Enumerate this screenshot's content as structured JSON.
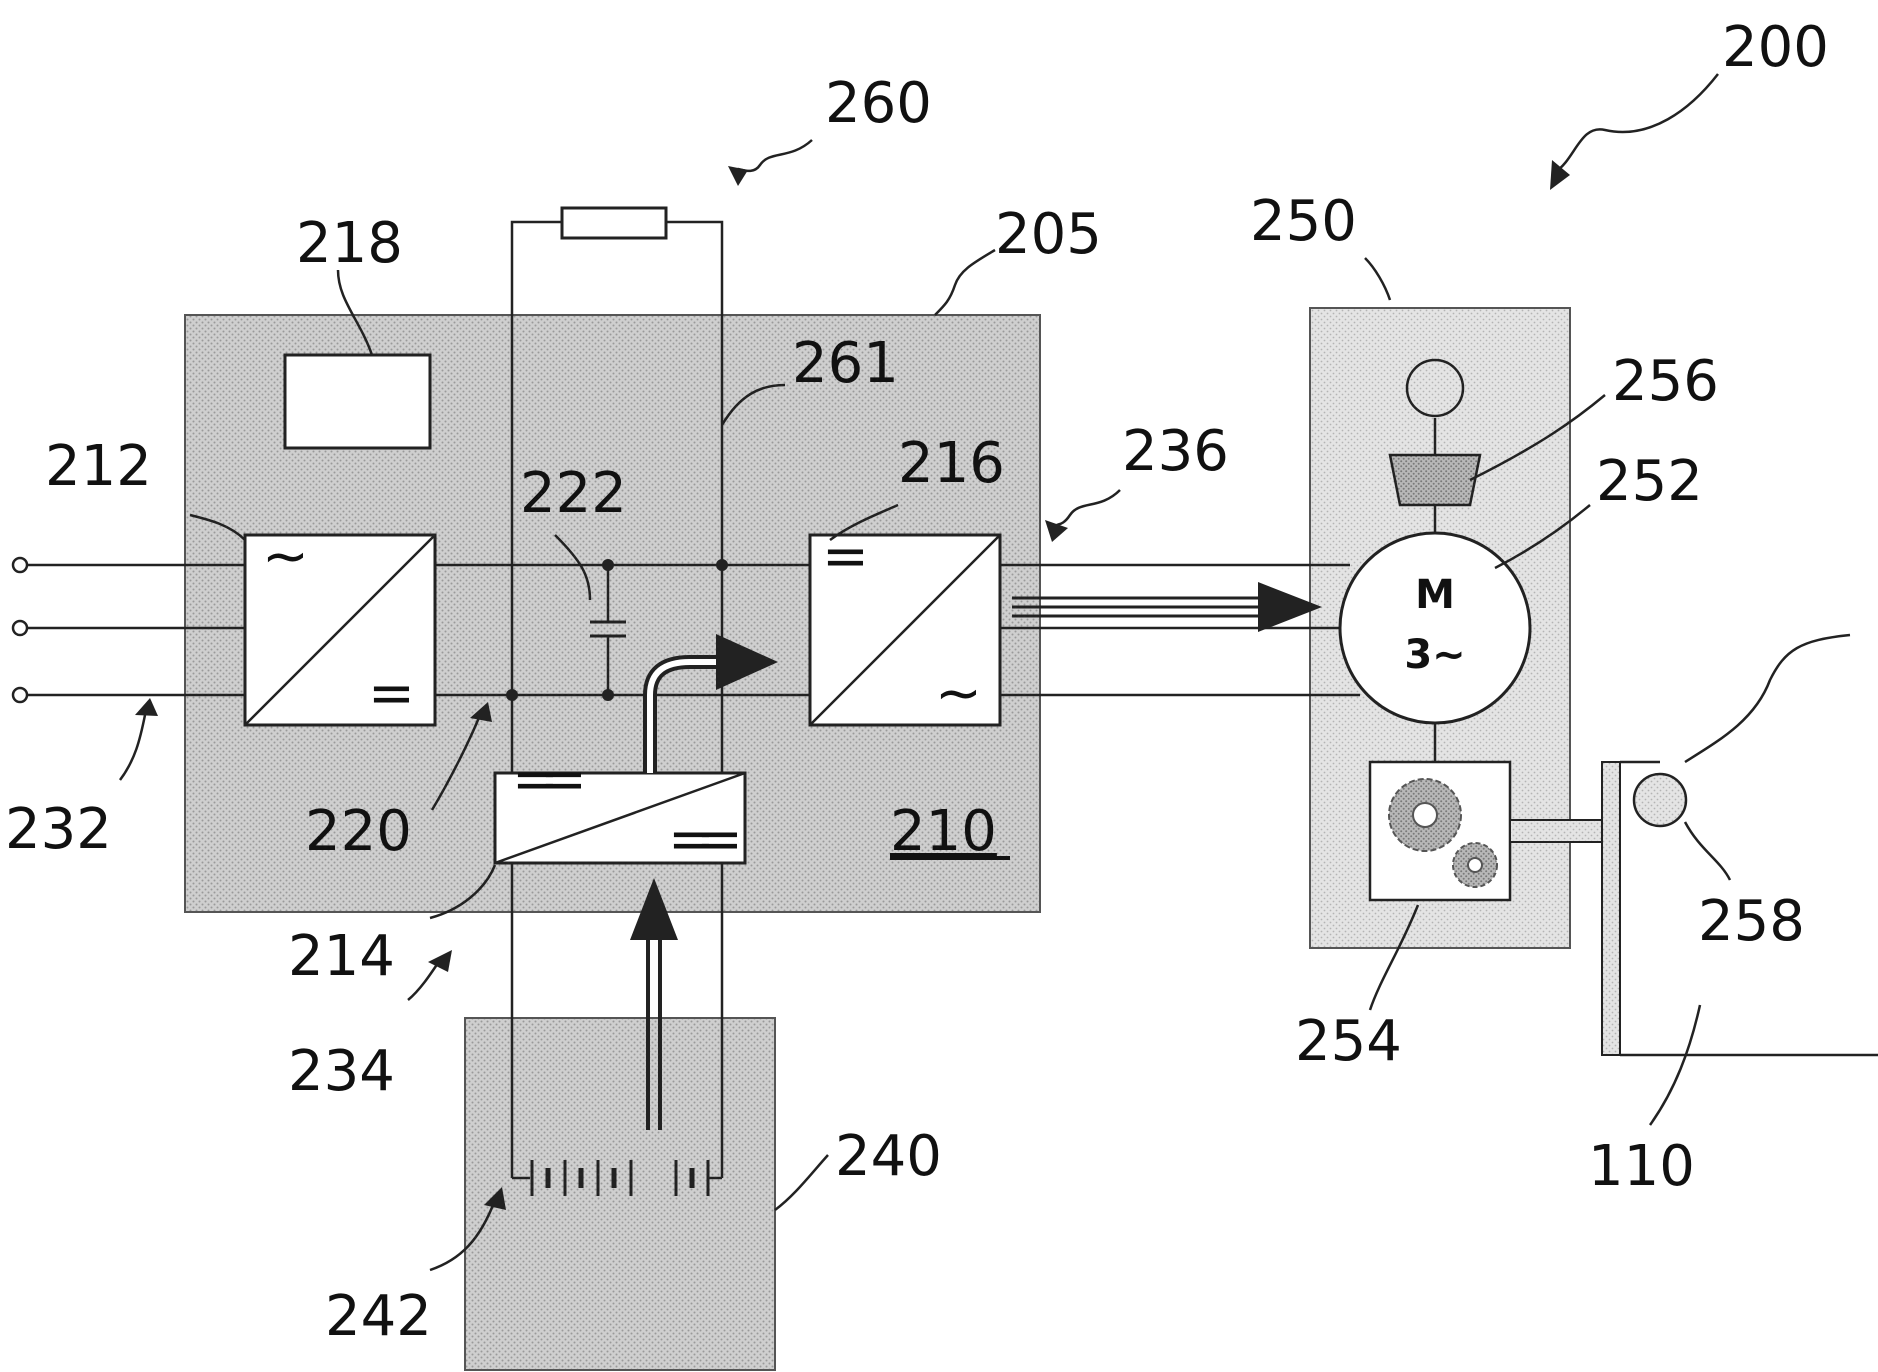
{
  "refs": {
    "r200": "200",
    "r260": "260",
    "r205": "205",
    "r250": "250",
    "r218": "218",
    "r261": "261",
    "r256": "256",
    "r212": "212",
    "r222": "222",
    "r216": "216",
    "r236": "236",
    "r252": "252",
    "r232": "232",
    "r220": "220",
    "r210": "210",
    "r258": "258",
    "r214": "214",
    "r234": "234",
    "r254": "254",
    "r110": "110",
    "r240": "240",
    "r242": "242"
  },
  "motor": {
    "symbol": "M",
    "phases": "3~"
  },
  "converter_symbols": {
    "ac": "~",
    "dc": "="
  }
}
